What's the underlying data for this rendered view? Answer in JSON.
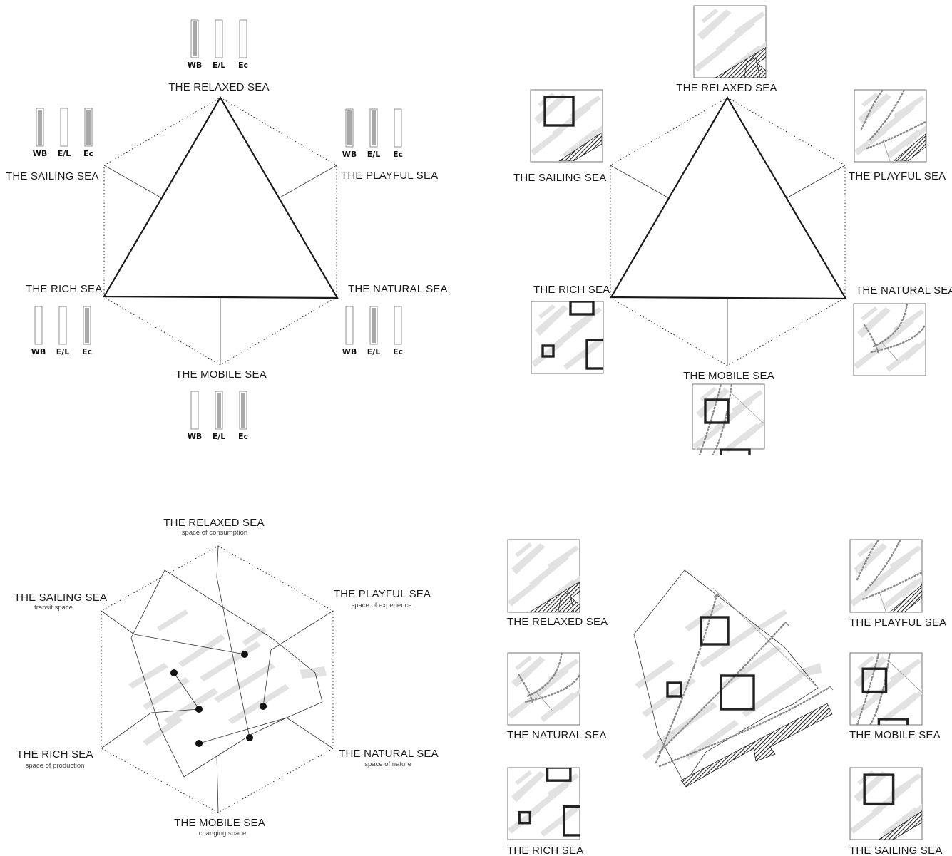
{
  "seas": {
    "relaxed": "THE RELAXED SEA",
    "sailing": "THE SAILING SEA",
    "playful": "THE PLAYFUL SEA",
    "rich": "THE RICH SEA",
    "natural": "THE NATURAL SEA",
    "mobile": "THE MOBILE SEA"
  },
  "subtitles": {
    "relaxed": "space of consumption",
    "sailing": "transit space",
    "playful": "space of experience",
    "rich": "space of production",
    "natural": "space of nature",
    "mobile": "changing space"
  },
  "bar_labels": [
    "WB",
    "E/L",
    "Ec"
  ],
  "bar_levels": {
    "relaxed": [
      1,
      0,
      0
    ],
    "sailing": [
      1,
      0,
      1
    ],
    "playful": [
      1,
      1,
      0
    ],
    "rich": [
      0,
      0,
      1
    ],
    "natural": [
      0,
      1,
      0
    ],
    "mobile": [
      0,
      1,
      1
    ]
  },
  "colors": {
    "ink": "#1a1a1a",
    "bar_fill": "#a9a9a9",
    "sea_pattern": "#e2e2e2",
    "route": "#888888"
  }
}
